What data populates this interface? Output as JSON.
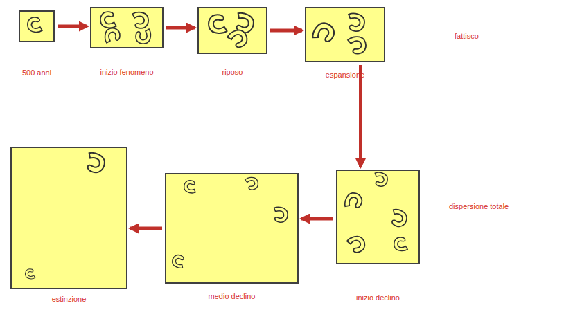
{
  "diagram": {
    "nodes": [
      {
        "text": [
          "500 anni"
        ]
      },
      {
        "text": [
          "inizio fenomeno"
        ]
      },
      {
        "text": [
          "riposo"
        ]
      },
      {
        "text": [
          "espansione"
        ]
      },
      {
        "text": [
          "estinzione"
        ]
      },
      {
        "text": [
          "medio declino"
        ]
      },
      {
        "text": [
          "inizio declino"
        ]
      }
    ],
    "edges": [
      {
        "from": 0,
        "to": 1,
        "arrow": "to"
      },
      {
        "from": 1,
        "to": 2,
        "arrow": "to"
      },
      {
        "from": 2,
        "to": 3,
        "arrow": "to"
      },
      {
        "from": 3,
        "to": 6,
        "arrow": "to"
      },
      {
        "from": 6,
        "to": 5,
        "arrow": "to"
      },
      {
        "from": 5,
        "to": 4,
        "arrow": "to"
      }
    ],
    "labels": [
      "fattisco",
      "dispersione totale"
    ]
  }
}
